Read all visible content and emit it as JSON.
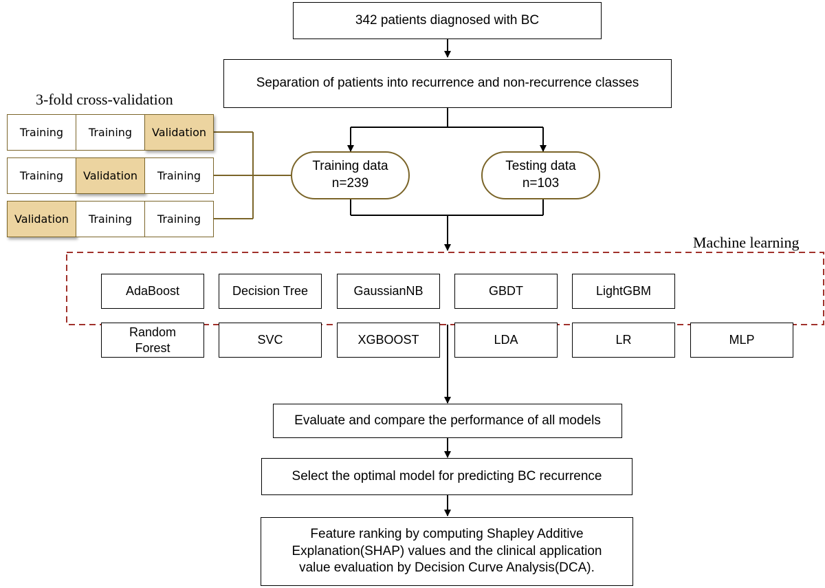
{
  "flow": {
    "patients": "342 patients diagnosed with BC",
    "separation": "Separation of patients into recurrence and non-recurrence classes",
    "training_data": "Training data\nn=239",
    "testing_data": "Testing data\nn=103",
    "evaluate": "Evaluate and compare the performance of all models",
    "select": "Select the optimal model for predicting BC recurrence",
    "feature_ranking": "Feature ranking by computing Shapley Additive Explanation(SHAP) values and the clinical application value evaluation by Decision Curve Analysis(DCA)."
  },
  "cross_validation": {
    "title": "3-fold cross-validation",
    "rows": [
      [
        "Training",
        "Training",
        "Validation"
      ],
      [
        "Training",
        "Validation",
        "Training"
      ],
      [
        "Validation",
        "Training",
        "Training"
      ]
    ]
  },
  "machine_learning": {
    "title": "Machine learning",
    "models_row1": [
      "AdaBoost",
      "Decision Tree",
      "GaussianNB",
      "GBDT",
      "LightGBM"
    ],
    "models_row2": [
      "Random\nForest",
      "SVC",
      "XGBOOST",
      "LDA",
      "LR",
      "MLP"
    ]
  },
  "colors": {
    "validation_fill": "#ecd4a0",
    "cv_border": "#7a6428",
    "dashed_border": "#a0302a"
  }
}
